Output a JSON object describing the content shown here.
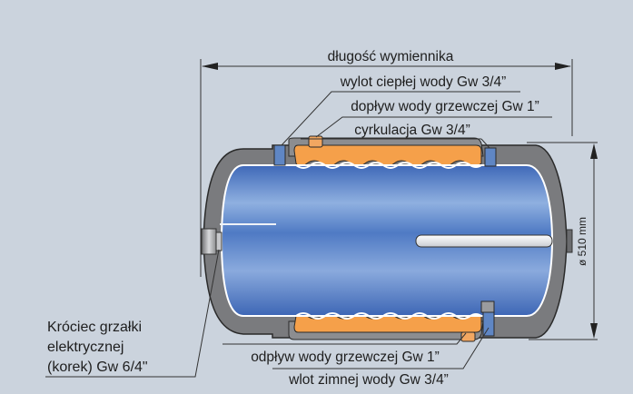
{
  "diagram": {
    "title": "długość wymiennika",
    "dimension_diameter": "ø 510 mm",
    "labels": {
      "hot_water_outlet": "wylot ciepłej wody Gw 3/4”",
      "heating_water_inlet": "dopływ wody grzewczej Gw 1”",
      "circulation": "cyrkulacja Gw 3/4”",
      "heating_water_outlet": "odpływ wody grzewczej Gw 1”",
      "cold_water_inlet": "wlot zimnej wody Gw 3/4”",
      "heater_port_line1": "Króciec grzałki",
      "heater_port_line2": "elektrycznej",
      "heater_port_line3": "(korek) Gw 6/4\""
    },
    "colors": {
      "background": "#cbd3dd",
      "insulation": "#7a7b7e",
      "tank_blue": "#5b82c7",
      "tank_blue_light": "#9ab6e2",
      "heating_jacket": "#f5a04a",
      "connector_blue": "#5f86c4",
      "connector_orange": "#f2a761",
      "text": "#1e1e1e"
    }
  }
}
